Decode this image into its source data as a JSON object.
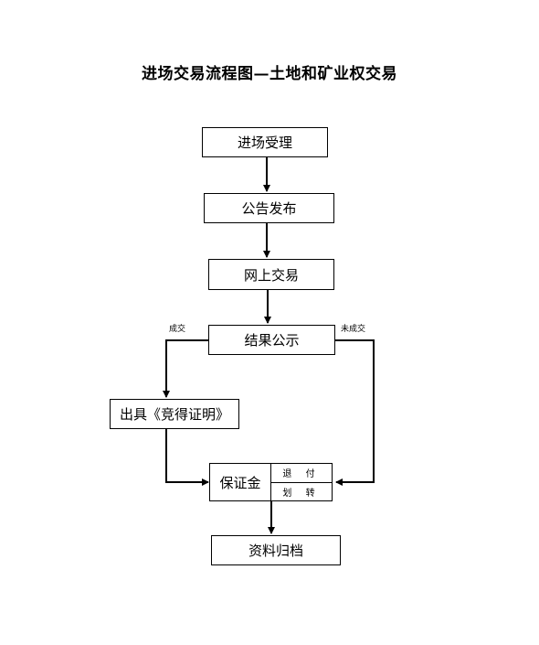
{
  "title": "进场交易流程图—土地和矿业权交易",
  "nodes": {
    "acceptance": "进场受理",
    "announcement": "公告发布",
    "online_trading": "网上交易",
    "result_publicity": "结果公示",
    "certificate": "出具《竞得证明》",
    "deposit": "保证金",
    "refund": "退 付",
    "transfer": "划 转",
    "archive": "资料归档"
  },
  "edge_labels": {
    "deal": "成交",
    "no_deal": "未成交"
  }
}
